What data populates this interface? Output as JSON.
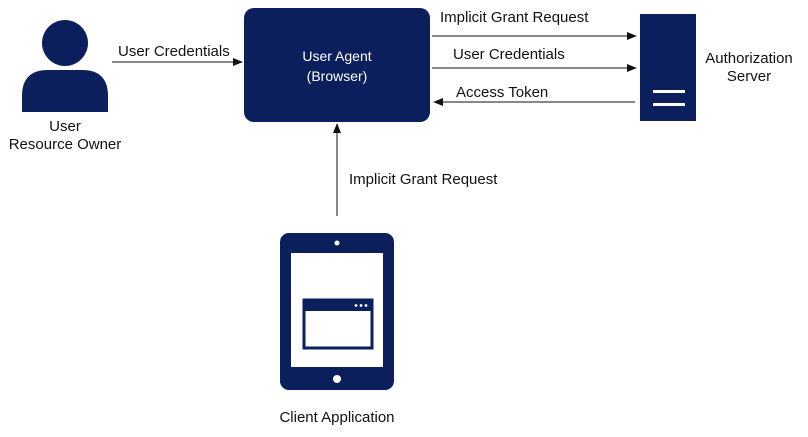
{
  "nodes": {
    "resource_owner": {
      "line1": "User",
      "line2": "Resource Owner",
      "icon": "person-icon"
    },
    "user_agent": {
      "line1": "User Agent",
      "line2": "(Browser)"
    },
    "auth_server": {
      "line1": "Authorization",
      "line2": "Server",
      "icon": "server-icon"
    },
    "client_app": {
      "label": "Client Application",
      "icon": "tablet-icon"
    }
  },
  "edges": {
    "owner_to_agent": "User Credentials",
    "agent_to_server_request": "Implicit Grant Request",
    "agent_to_server_credentials": "User Credentials",
    "server_to_agent": "Access Token",
    "client_to_agent": "Implicit Grant Request"
  },
  "colors": {
    "primary": "#0b1f5c",
    "line": "#111111",
    "background": "#ffffff"
  }
}
